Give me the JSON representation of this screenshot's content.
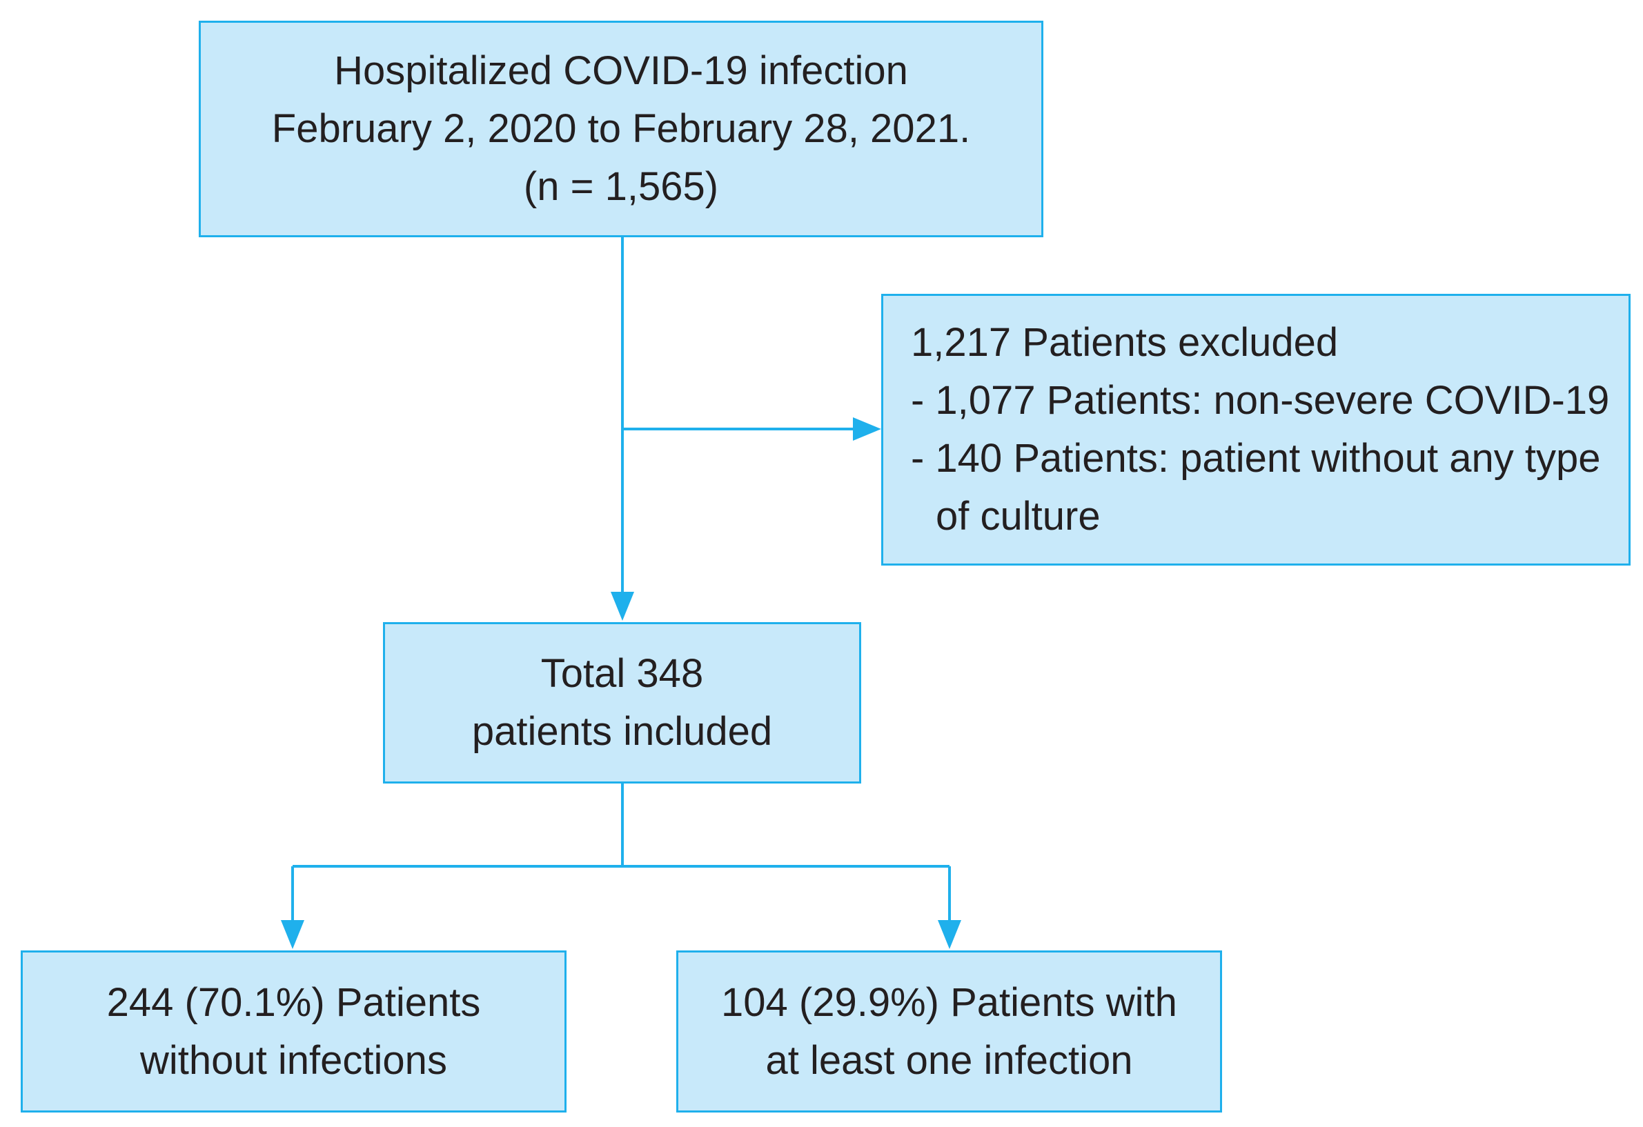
{
  "colors": {
    "box_fill": "#c8e9fa",
    "box_border": "#1fb0ec",
    "connector": "#1fb0ec",
    "text": "#231f20"
  },
  "boxes": {
    "start": {
      "lines": [
        "Hospitalized COVID-19 infection",
        "February 2, 2020 to February 28, 2021.",
        "(n = 1,565)"
      ]
    },
    "excluded": {
      "title": "1,217 Patients excluded",
      "items": [
        "- 1,077 Patients: non-severe COVID-19",
        "- 140 Patients: patient without any type",
        "of culture"
      ]
    },
    "included": {
      "lines": [
        "Total 348",
        "patients included"
      ]
    },
    "without_infection": {
      "lines": [
        "244 (70.1%) Patients",
        "without infections"
      ]
    },
    "with_infection": {
      "lines": [
        "104 (29.9%) Patients with",
        "at least one infection"
      ]
    }
  }
}
